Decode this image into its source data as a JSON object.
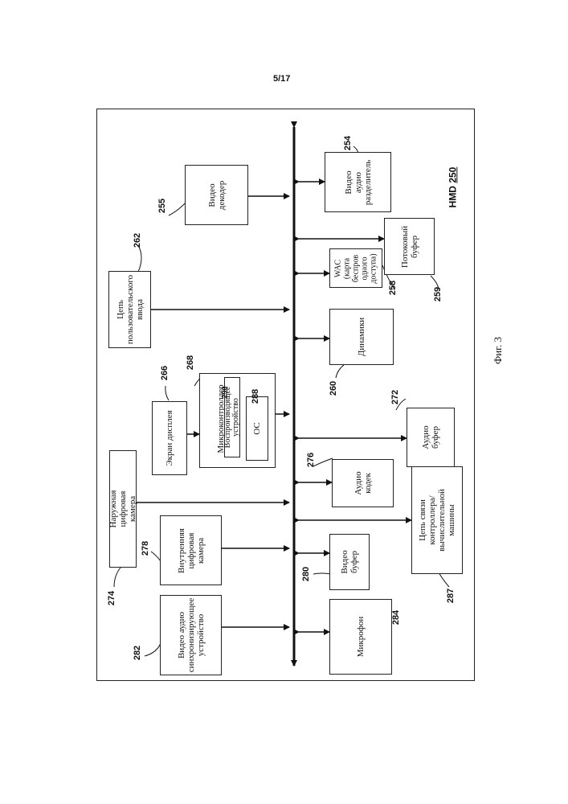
{
  "page_number": "5/17",
  "caption": "Фиг. 3",
  "hmd": {
    "label": "HMD",
    "number": "250"
  },
  "blocks": {
    "video_decoder": {
      "text": "Видео\nдекодер",
      "ref": "255"
    },
    "video_audio_separator": {
      "text": "Видео аудио\nразделитель",
      "ref": "254"
    },
    "user_input": {
      "text": "Цепь\nпользовательского\nввода",
      "ref": "262"
    },
    "stream_buffer": {
      "text": "Потоковый\nбуфер",
      "ref": "259"
    },
    "wac": {
      "text": "WAC\n(карта\nбеспров\nодного\nдоступа)",
      "ref": "258"
    },
    "speakers": {
      "text": "Динамики",
      "ref": "260"
    },
    "display": {
      "text": "Экран дисплея",
      "ref": "266"
    },
    "microcontroller": {
      "text": "Микроконтроллер",
      "ref": "268"
    },
    "player": {
      "text": "Воспроизводящее\nустройство",
      "ref": "290"
    },
    "os": {
      "text": "ОС",
      "ref": "288"
    },
    "audio_buffer": {
      "text": "Аудио\nбуфер",
      "ref": "272"
    },
    "outer_camera": {
      "text": "Наружная\nцифровая камера",
      "ref": "274"
    },
    "audio_codec": {
      "text": "Аудио\nкодек",
      "ref": "276"
    },
    "controller_link": {
      "text": "Цепь связи\nконтроллера/\nвычислительной\nмашины",
      "ref": "287"
    },
    "inner_camera": {
      "text": "Внутренняя\nцифровая\nкамера",
      "ref": "278"
    },
    "video_buffer": {
      "text": "Видео\nбуфер",
      "ref": "280"
    },
    "av_sync": {
      "text": "Видео аудио\nсинхронизирующее\nустройство",
      "ref": "282"
    },
    "microphone": {
      "text": "Микрофон",
      "ref": "284"
    }
  }
}
